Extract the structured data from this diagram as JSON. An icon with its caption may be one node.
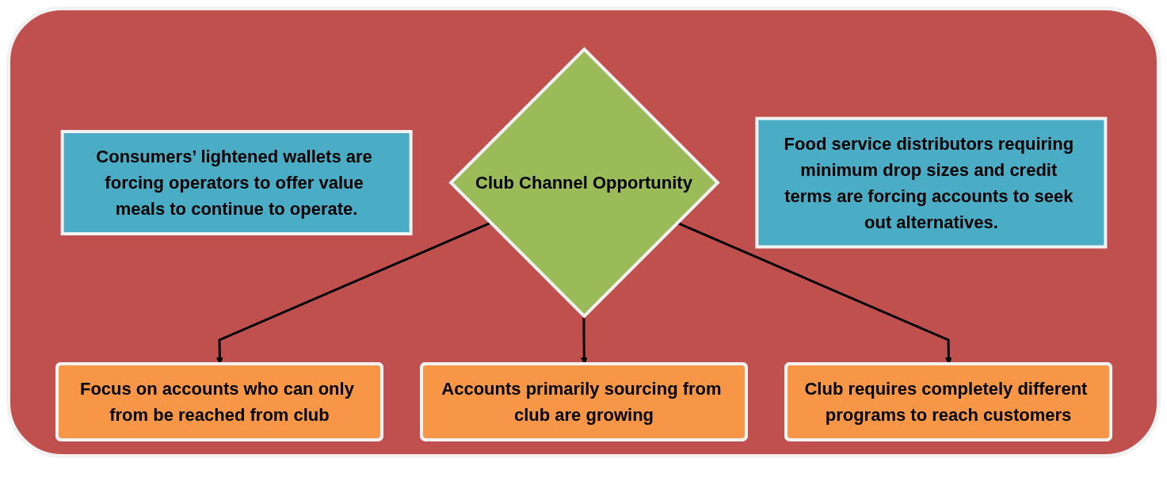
{
  "diagram": {
    "nodes": [
      {
        "text": [
          "Consumers’ lightened wallets are forcing operators to offer value meals to continue to operate."
        ]
      },
      {
        "text": [
          "Club Channel Opportunity"
        ]
      },
      {
        "text": [
          "Food service distributors requiring minimum drop sizes and credit terms are forcing accounts to seek out alternatives."
        ]
      },
      {
        "text": [
          "Focus on accounts who can only from be reached from club"
        ]
      },
      {
        "text": [
          "Accounts primarily sourcing from club are growing"
        ]
      },
      {
        "text": [
          "Club requires completely different programs to reach customers"
        ]
      }
    ],
    "edges": [
      {
        "from": 1,
        "to": 3,
        "arrow": "to"
      },
      {
        "from": 1,
        "to": 4,
        "arrow": "to"
      },
      {
        "from": 1,
        "to": 5,
        "arrow": "to"
      }
    ]
  }
}
